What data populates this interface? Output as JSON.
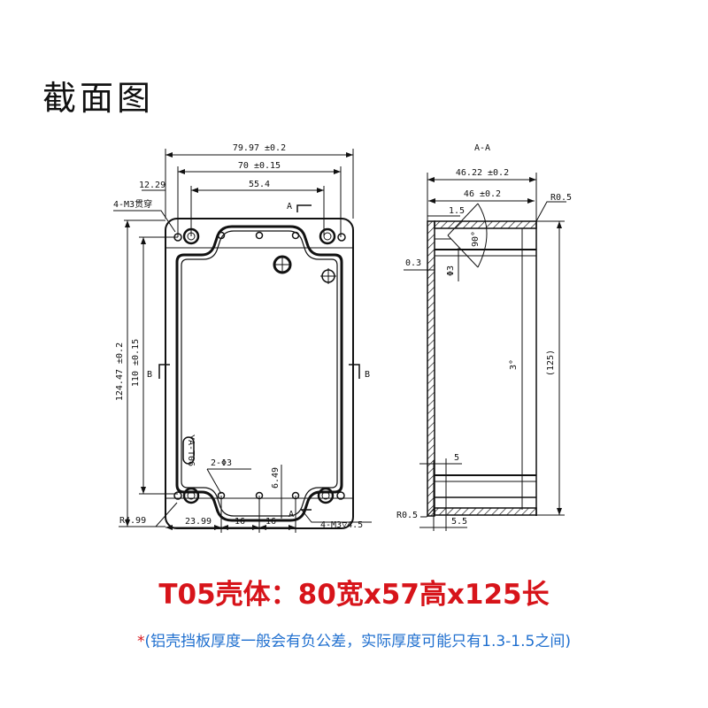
{
  "page_title": "截面图",
  "front_view": {
    "dims": {
      "overall_width": "79.97 ±0.2",
      "hole_pitch_width": "70 ±0.15",
      "inner_pitch": "55.4",
      "edge_offset": "12.29",
      "through_holes": "4-M3贯穿",
      "section_marker_top": "A",
      "overall_length": "124.47 ±0.2",
      "hole_pitch_length": "110 ±0.15",
      "section_marker_left": "B",
      "section_marker_right": "B",
      "small_holes": "2-Φ3",
      "hole_offset_v": "6.49",
      "corner_radius": "R4.99",
      "bottom_dim_1": "23.99",
      "bottom_dim_2": "16",
      "bottom_dim_3": "16",
      "section_marker_bottom": "A",
      "threaded_holes": "4-M3▽4.5"
    },
    "logo_text": "YA-T06"
  },
  "section_view": {
    "title": "A-A",
    "dims": {
      "outer_height": "46.22 ±0.2",
      "inner_height": "46 ±0.2",
      "radius_top": "R0.5",
      "lip": "1.5",
      "angle": "90°",
      "wall_offset": "0.3",
      "diameter": "Φ3",
      "draft": "3°",
      "length_ref": "(125)",
      "bottom_lip": "5",
      "radius_bottom": "R0.5",
      "bottom_offset": "5.5"
    }
  },
  "spec_line": "T05壳体：80宽x57高x125长",
  "note": {
    "star": "*",
    "text": "(铝壳挡板厚度一般会有负公差，实际厚度可能只有1.3-1.5之间)"
  },
  "colors": {
    "spec_red": "#d7141a",
    "note_blue": "#1f6fcf",
    "line": "#111111"
  }
}
